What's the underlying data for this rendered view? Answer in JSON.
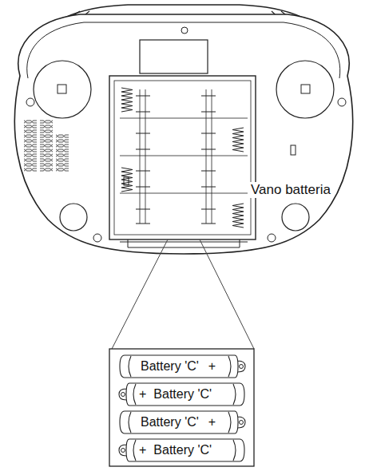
{
  "diagram": {
    "nodes": [
      {
        "text": [
          "Battery 'C'",
          "+"
        ]
      },
      {
        "text": [
          "+",
          "Battery 'C'"
        ]
      },
      {
        "text": [
          "Battery 'C'",
          "+"
        ]
      },
      {
        "text": [
          "+",
          "Battery 'C'"
        ]
      }
    ],
    "labels": [
      "Vano batteria"
    ]
  }
}
